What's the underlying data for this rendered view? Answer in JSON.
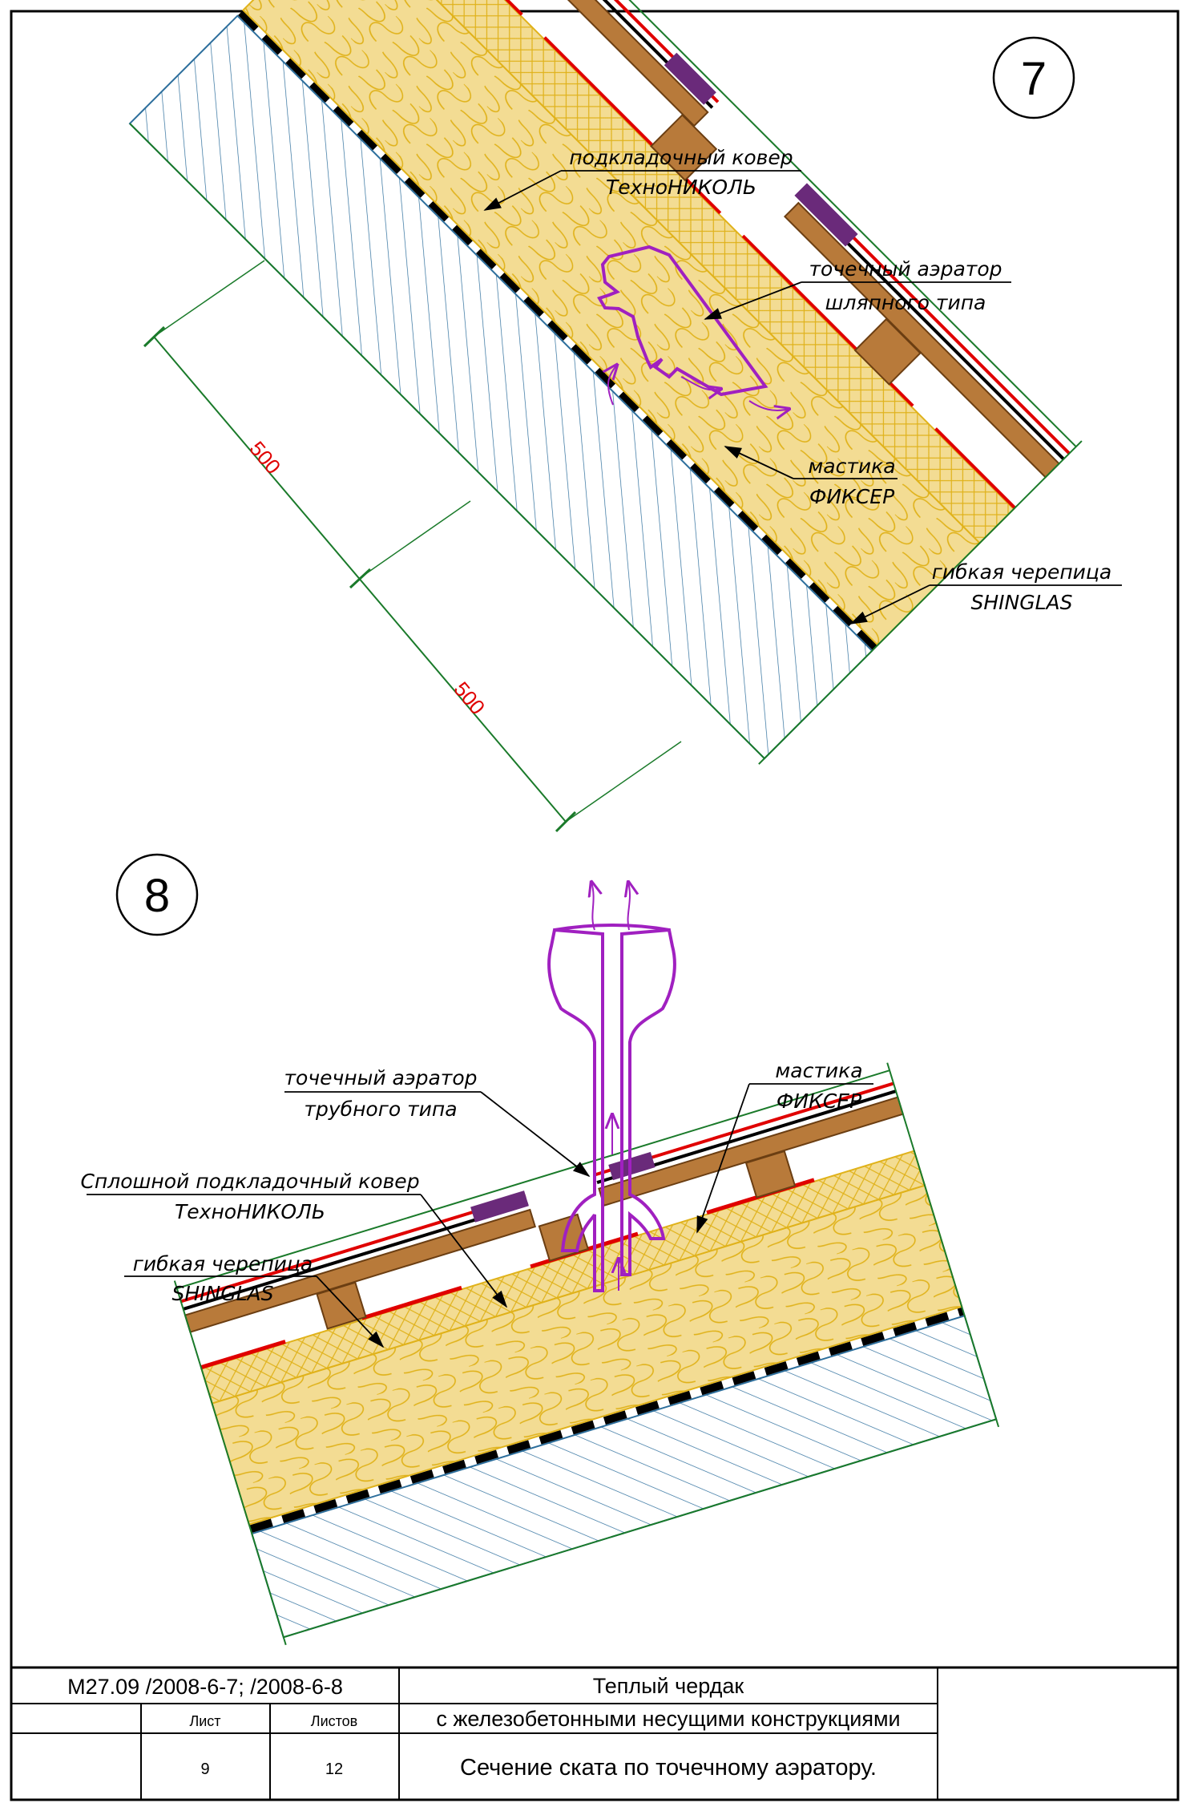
{
  "detail7": {
    "badge": "7",
    "dim_top": "500",
    "dim_bottom": "500",
    "labels": {
      "underlay": [
        "подкладочный ковер",
        "ТехноНИКОЛЬ"
      ],
      "aerator": [
        "точечный аэратор",
        "шляпного типа"
      ],
      "mastic": [
        "мастика",
        "ФИКСЕР"
      ],
      "shingles": [
        "гибкая черепица",
        "SHINGLAS"
      ]
    }
  },
  "detail8": {
    "badge": "8",
    "labels": {
      "aerator": [
        "точечный аэратор",
        "трубного типа"
      ],
      "mastic": [
        "мастика",
        "ФИКСЕР"
      ],
      "underlay": [
        "Сплошной подкладочный ковер",
        "ТехноНИКОЛЬ"
      ],
      "shingles": [
        "гибкая черепица",
        "SHINGLAS"
      ]
    }
  },
  "title_block": {
    "code": "М27.09 /2008-6-7;   /2008-6-8",
    "sheet_label": "Лист",
    "sheets_label": "Листов",
    "sheet": "9",
    "sheets": "12",
    "title_line1": "Теплый чердак",
    "title_line2": "с железобетонными несущими конструкциями",
    "subtitle": "Сечение ската по точечному аэратору."
  },
  "colors": {
    "insulation": "#f3dc93",
    "insulation_line": "#e0b21a",
    "wood": "#b87a3a",
    "membrane_red": "#e00000",
    "aerator_purple": "#a020c0",
    "concrete_blue": "#2c6e9c",
    "dimension_green": "#1a7a2a"
  }
}
